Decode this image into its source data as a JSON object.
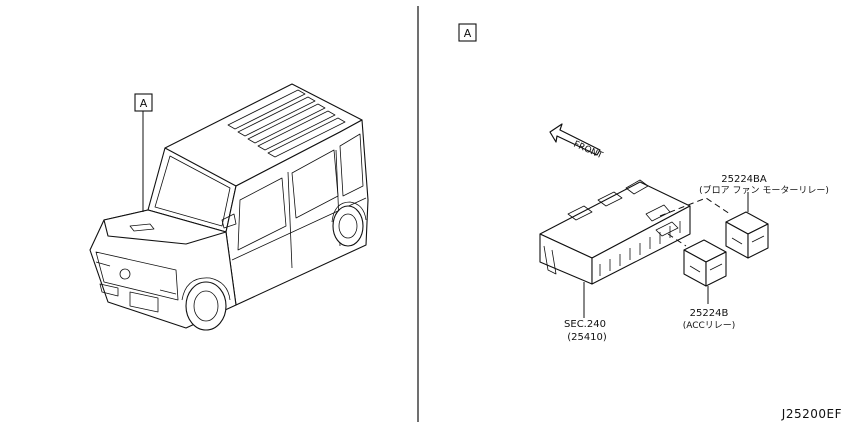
{
  "callouts": {
    "left_marker": "A",
    "right_marker": "A"
  },
  "labels": {
    "front": "FRONT",
    "part_blower_number": "25224BA",
    "part_blower_desc": "(ブロア ファン モーターリレー)",
    "part_acc_number": "25224B",
    "part_acc_desc": "(ACCリレー)",
    "section_ref": "SEC.240",
    "section_part": "(25410)"
  },
  "footer": {
    "diagram_code": "J25200EF"
  }
}
